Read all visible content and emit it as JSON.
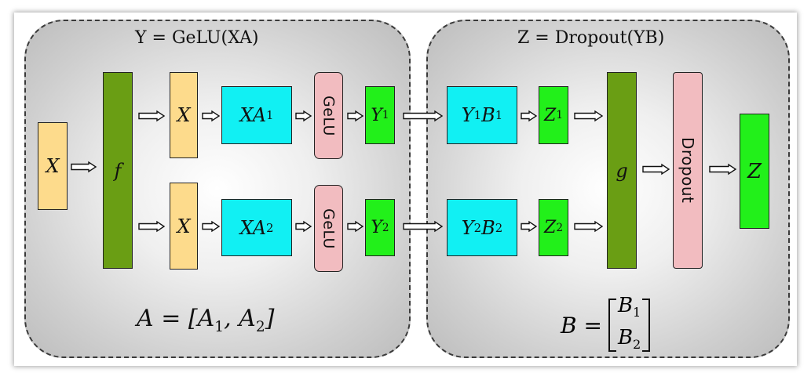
{
  "left_panel": {
    "title": "Y = GeLU(XA)",
    "input_label": "X",
    "split_label": "f",
    "rows": [
      {
        "x_label": "X",
        "xa_label": "XA",
        "xa_sub": "1",
        "gelu_label": "GeLU",
        "y_label": "Y",
        "y_sub": "1"
      },
      {
        "x_label": "X",
        "xa_label": "XA",
        "xa_sub": "2",
        "gelu_label": "GeLU",
        "y_label": "Y",
        "y_sub": "2"
      }
    ],
    "formula": {
      "lhs": "A = [A",
      "s1": "1",
      "mid": ", A",
      "s2": "2",
      "rhs": "]"
    }
  },
  "right_panel": {
    "title": "Z = Dropout(YB)",
    "rows": [
      {
        "yb_label": "Y",
        "yb_s1": "1",
        "yb_b": "B",
        "yb_s2": "1",
        "z_label": "Z",
        "z_sub": "1"
      },
      {
        "yb_label": "Y",
        "yb_s1": "2",
        "yb_b": "B",
        "yb_s2": "2",
        "z_label": "Z",
        "z_sub": "2"
      }
    ],
    "merge_label": "g",
    "dropout_label": "Dropout",
    "output_label": "Z",
    "formula": {
      "lhs": "B =",
      "m1": "B",
      "m1_sub": "1",
      "m2": "B",
      "m2_sub": "2"
    }
  },
  "colors": {
    "input": "#fddb8c",
    "split_merge": "#6a9e14",
    "matmul": "#11f0f3",
    "activation": "#f2bcc0",
    "output": "#22f01a"
  },
  "icons": [
    "double-arrow-icon"
  ]
}
